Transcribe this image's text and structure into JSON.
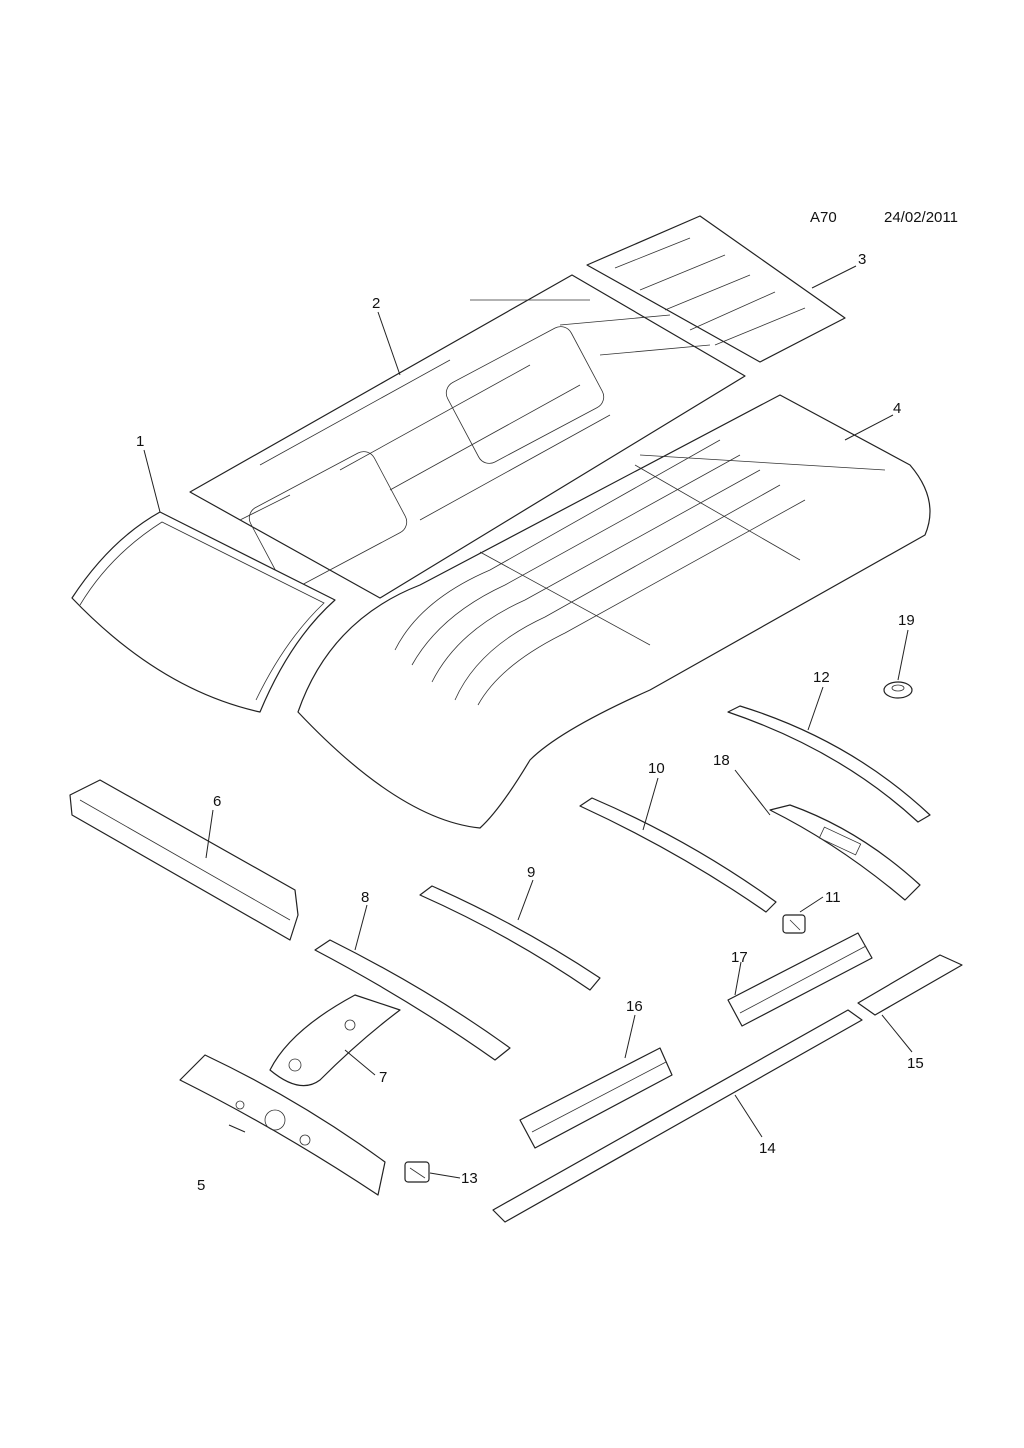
{
  "header": {
    "code": "A70",
    "date": "24/02/2011"
  },
  "callouts": [
    "1",
    "2",
    "3",
    "4",
    "5",
    "6",
    "7",
    "8",
    "9",
    "10",
    "11",
    "12",
    "13",
    "14",
    "15",
    "16",
    "17",
    "18",
    "19"
  ]
}
